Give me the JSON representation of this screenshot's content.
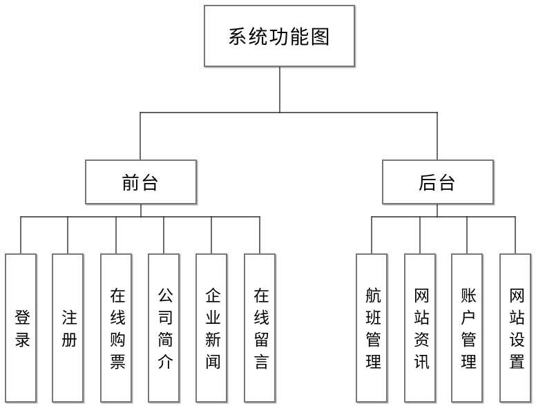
{
  "diagram": {
    "title": "系统功能图",
    "root": {
      "label": "系统功能图"
    },
    "branches": [
      {
        "label": "前台",
        "children": [
          {
            "label": "登录"
          },
          {
            "label": "注册"
          },
          {
            "label": "在线购票"
          },
          {
            "label": "公司简介"
          },
          {
            "label": "企业新闻"
          },
          {
            "label": "在线留言"
          }
        ]
      },
      {
        "label": "后台",
        "children": [
          {
            "label": "航班管理"
          },
          {
            "label": "网站资讯"
          },
          {
            "label": "账户管理"
          },
          {
            "label": "网站设置"
          }
        ]
      }
    ],
    "colors": {
      "background": "#ffffff",
      "box_border": "#777777",
      "connector": "#2b2b2b",
      "text": "#000000"
    }
  }
}
